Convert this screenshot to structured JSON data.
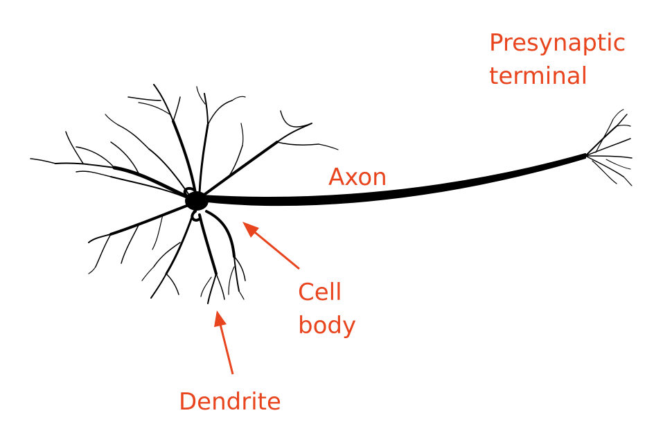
{
  "diagram": {
    "labels": {
      "presynaptic": [
        "Presynaptic",
        "terminal"
      ],
      "axon": "Axon",
      "cell_body": [
        "Cell",
        "body"
      ],
      "dendrite": "Dendrite"
    },
    "colors": {
      "label": "#e8441d",
      "arrow": "#e8441d",
      "neuron": "#000000",
      "background": "#ffffff"
    }
  }
}
